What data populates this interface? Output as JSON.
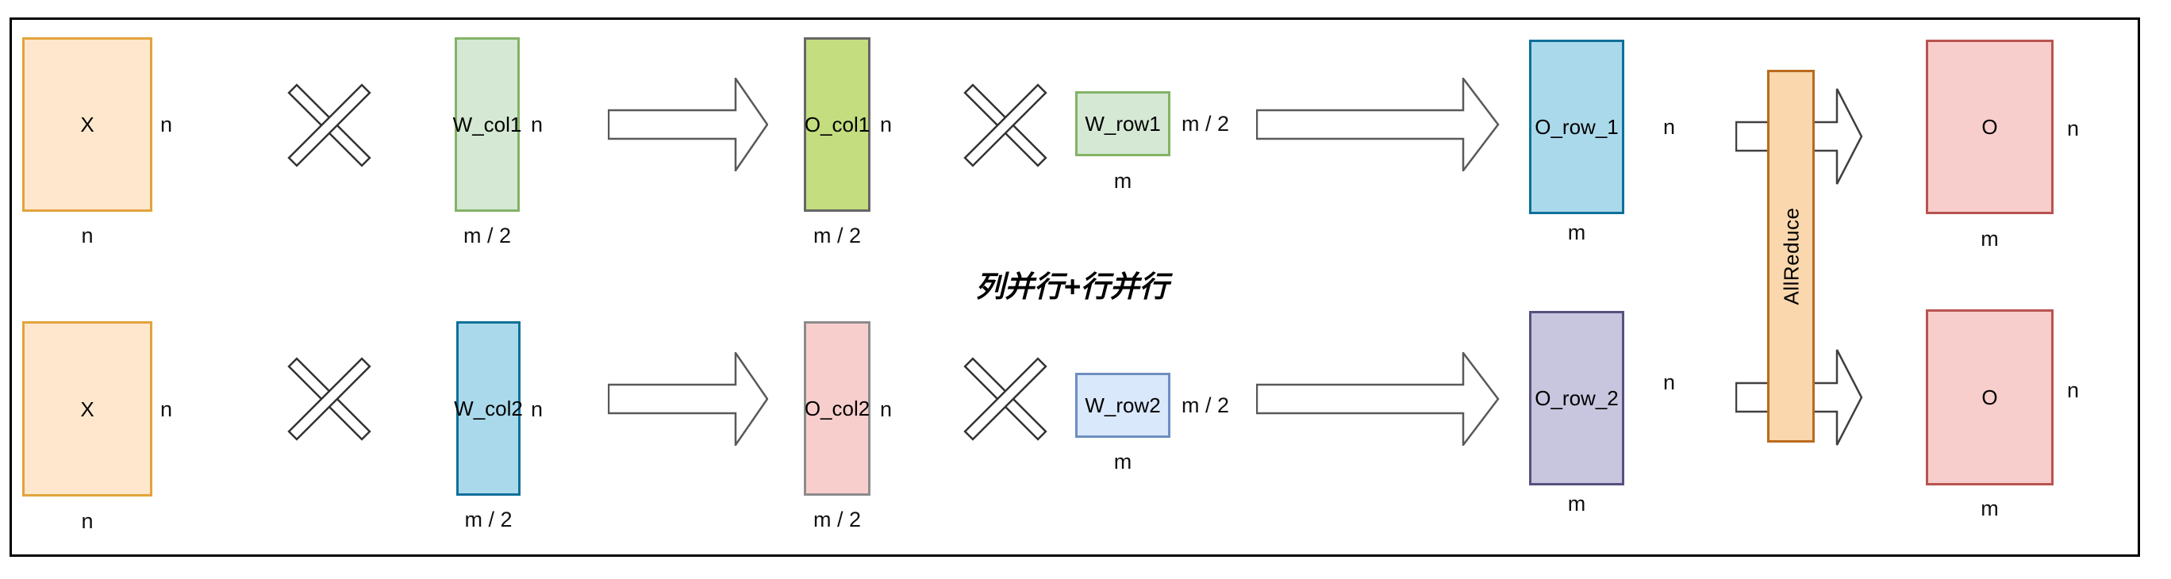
{
  "title": "列并行+行并行",
  "allreduce": {
    "label": "AllReduce"
  },
  "matrices": {
    "x_top": {
      "label": "X",
      "right_dim": "n",
      "bottom_dim": "n"
    },
    "w_col1": {
      "label": "W_col1",
      "right_dim": "n",
      "bottom_dim": "m / 2"
    },
    "o_col1": {
      "label": "O_col1",
      "right_dim": "n",
      "bottom_dim": "m / 2"
    },
    "w_row1": {
      "label": "W_row1",
      "right_dim": "m / 2",
      "bottom_dim": "m"
    },
    "o_row_1": {
      "label": "O_row_1",
      "right_dim": "n",
      "bottom_dim": "m"
    },
    "o_top": {
      "label": "O",
      "right_dim": "n",
      "bottom_dim": "m"
    },
    "x_bottom": {
      "label": "X",
      "right_dim": "n",
      "bottom_dim": "n"
    },
    "w_col2": {
      "label": "W_col2",
      "right_dim": "n",
      "bottom_dim": "m / 2"
    },
    "o_col2": {
      "label": "O_col2",
      "right_dim": "n",
      "bottom_dim": "m / 2"
    },
    "w_row2": {
      "label": "W_row2",
      "right_dim": "m / 2",
      "bottom_dim": "m"
    },
    "o_row_2": {
      "label": "O_row_2",
      "right_dim": "n",
      "bottom_dim": "m"
    },
    "o_bottom": {
      "label": "O",
      "right_dim": "n",
      "bottom_dim": "m"
    }
  },
  "operators": {
    "multiply": "×",
    "arrow": "→"
  },
  "colors": {
    "x_fill": "#FFE7CD",
    "x_stroke": "#E3A33C",
    "green_fill": "#D5E8D4",
    "green_stroke": "#82B366",
    "lime_fill": "#C3DD7F",
    "lime_stroke": "#666666",
    "cyan_fill": "#ABD9EC",
    "cyan_stroke": "#0E7098",
    "pink_fill": "#F8CECC",
    "pink_stroke_red": "#B85450",
    "pink_stroke_gray": "#8C8C8C",
    "bluelight_fill": "#DAE8FC",
    "bluelight_stroke": "#6C8EBF",
    "lavender_fill": "#C8C5DF",
    "lavender_stroke": "#56517E",
    "allreduce_fill": "#FAD7AC",
    "allreduce_stroke": "#BA6A1E",
    "arrow_stroke": "#595959",
    "frame_stroke": "#000000"
  }
}
